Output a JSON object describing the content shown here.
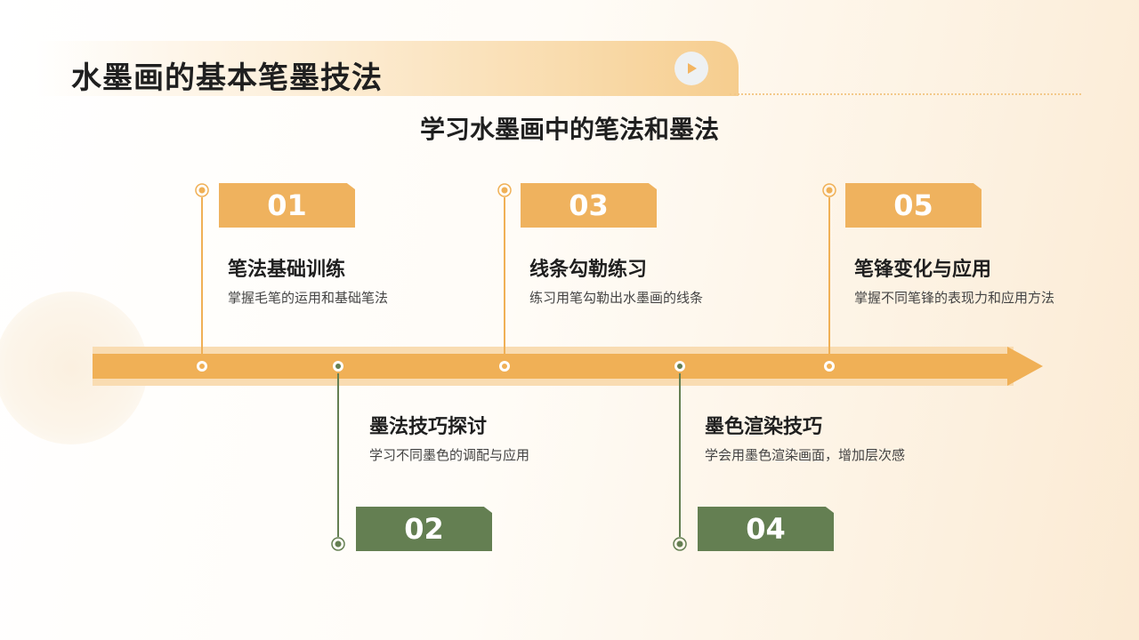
{
  "title": "水墨画的基本笔墨技法",
  "subtitle": "学习水墨画中的笔法和墨法",
  "icons": {
    "play": "play-icon"
  },
  "colors": {
    "orange": "#efb25e",
    "green": "#647f52",
    "arrow": "#f0b056"
  },
  "steps": [
    {
      "num": "01",
      "title": "笔法基础训练",
      "desc": "掌握毛笔的运用和基础笔法"
    },
    {
      "num": "02",
      "title": "墨法技巧探讨",
      "desc": "学习不同墨色的调配与应用"
    },
    {
      "num": "03",
      "title": "线条勾勒练习",
      "desc": "练习用笔勾勒出水墨画的线条"
    },
    {
      "num": "04",
      "title": "墨色渲染技巧",
      "desc": "学会用墨色渲染画面，增加层次感"
    },
    {
      "num": "05",
      "title": "笔锋变化与应用",
      "desc": "掌握不同笔锋的表现力和应用方法"
    }
  ]
}
